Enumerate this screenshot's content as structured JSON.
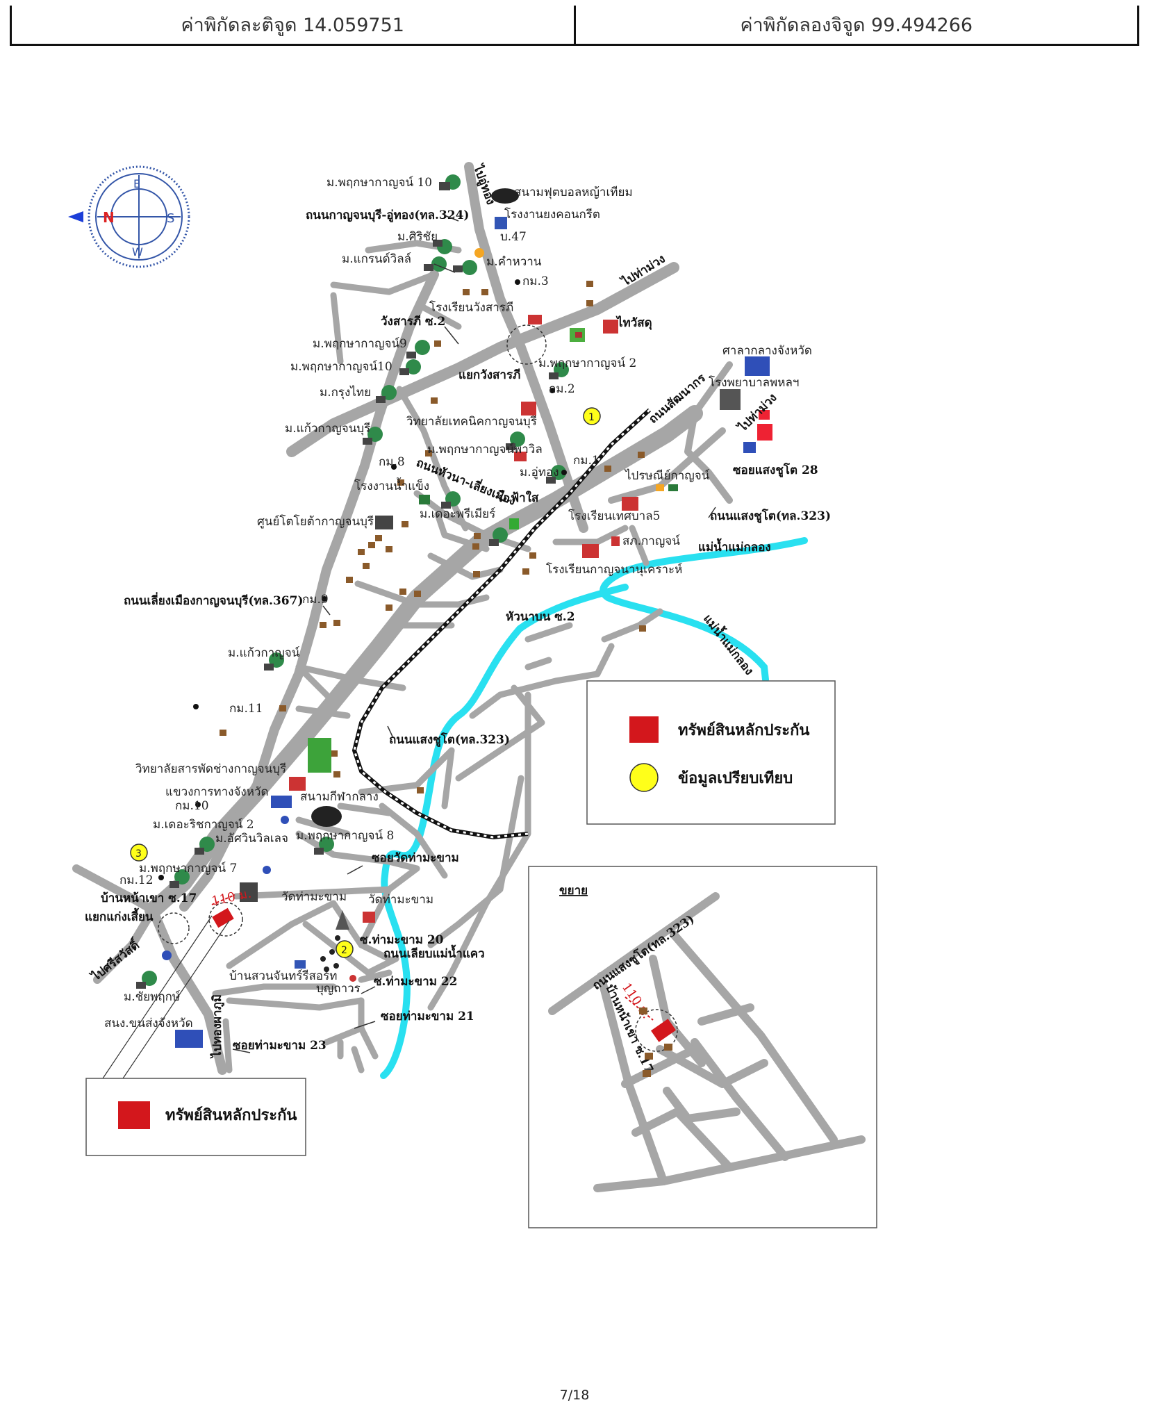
{
  "header": {
    "latitude": "ค่าพิกัดละติจูด 14.059751",
    "longitude": "ค่าพิกัดลองจิจูด 99.494266"
  },
  "compass": {
    "north": "N",
    "south": "S",
    "east": "E",
    "west": "W"
  },
  "colors": {
    "road": "#a6a6a6",
    "river": "#29e0f0",
    "property": "#d3171c",
    "comparable": "#ffff1a",
    "tree": "#2f8a4a"
  },
  "labels": {
    "l1": "ม.พฤกษากาญจน์ 10",
    "l2": "สนามฟุตบอลหญ้าเทียม",
    "l3": "ถนนกาญจนบุรี-อู่ทอง(ทล.324)",
    "l4": "โรงงานยงคอนกรีต",
    "l5": "ม.ศิริชัย",
    "l6": "บ.47",
    "l7": "ม.แกรนด์วิลล์",
    "l8": "ม.คำหวาน",
    "l9": "กม.3",
    "l10": "ไปท่าม่วง",
    "l11": "โรงเรียนวังสารภี",
    "l12": "วังสารภี ซ.2",
    "l13": "ม.พฤกษากาญจน์9",
    "l14": "ม.พฤกษากาญจน์10",
    "l15": "แยกวังสารภี",
    "l16": "ม.พฤกษากาญจน์ 2",
    "l17": "ศาลากลางจังหวัด",
    "l18": "โรงพยาบาลพหลฯ",
    "l19": "ม.กรุงไทย",
    "l20": "กม.2",
    "l21": "ถนนสัฒนากร",
    "l22": "ไปท่าม่วง",
    "l23": "ม.แก้วกาญจนบุรี",
    "l24": "วิทยาลัยเทคนิคกาญจนบุรี",
    "l25": "ม.พฤกษากาญจน์พาวิล",
    "l26": "กม.8",
    "l27": "กม.1",
    "l28": "ม.อู่ทอง",
    "l29": "ไปรษณีย์กาญจน์",
    "l30": "ซอยแสงชูโต 28",
    "l31": "โรงงานน้ำแข็ง",
    "l32": "ถนนหัวนา-เลี่ยงเมือง",
    "l33": "ม.ฟ้าใส",
    "l34": "ม.เดอะพรีเมียร์",
    "l35": "โรงเรียนเทศบาล5",
    "l36": "ถนนแสงชูโต(ทล.323)",
    "l37": "ศูนย์โตโยต้ากาญจนบุรี",
    "l38": "สภ.กาญจน์",
    "l39": "แม่น้ำแม่กลอง",
    "l40": "โรงเรียนกาญจนานุเคราะห์",
    "l41": "ถนนเลี่ยงเมืองกาญจนบุรี(ทล.367)",
    "l42": "กม.9",
    "l43": "หัวนาบน ซ.2",
    "l44": "แม่น้ำแม่กลอง",
    "l45": "ม.แก้วกาญจน์",
    "l46": "กม.11",
    "l47": "ถนนแสงชูโต(ทล.323)",
    "l48": "วิทยาลัยสารพัดช่างกาญจนบุรี",
    "l49": "แขวงการทางจังหวัด",
    "l50": "กม.10",
    "l51": "สนามกีฬากลาง",
    "l52": "ม.เดอะริชกาญจน์ 2",
    "l53": "ม.อัศวินวิลเลจ",
    "l54": "ม.พฤกษากาญจน์ 8",
    "l55": "ม.พฤกษากาญจน์ 7",
    "l56": "ซอยวัดท่ามะขาม",
    "l57": "กม.12",
    "l58": "บ้านหน้าเขา ซ.17",
    "l59": "วัดท่ามะขาม",
    "l60": "วัดท่ามะขาม",
    "l61": "แยกแก่งเสี้ยน",
    "l62": "ซ.ท่ามะขาม 20",
    "l63": "ถนนเลียบแม่น้ำแคว",
    "l64": "ไปศรีสวัสดิ์",
    "l65": "บ้านสวนจันทร์รีสอร์ท",
    "l66": "บุญถาวร",
    "l67": "ซ.ท่ามะขาม 22",
    "l68": "ม.ชัยพฤกษ์",
    "l69": "ซอยท่ามะขาม 21",
    "l70": "สนง.ขนส่งจังหวัด",
    "l71": "ไปทองผาภูมิ",
    "l72": "ซอยท่ามะขาม 23",
    "l73": "ไปอู่ทอง",
    "l74": "110 ม.",
    "l75": "ไทวัสดุ"
  },
  "legend_main": {
    "property": "ทรัพย์สินหลักประกัน",
    "comparable": "ข้อมูลเปรียบเทียบ"
  },
  "legend_small": {
    "property": "ทรัพย์สินหลักประกัน"
  },
  "inset": {
    "title": "ขยาย",
    "road": "ถนนแสงชูโต(ทล.323)",
    "soi": "บ้านหน้าเขา ซ.17",
    "distance": "110 ม."
  },
  "markers": {
    "c1": "1",
    "c2": "2",
    "c3": "3"
  },
  "page_number": "7/18"
}
